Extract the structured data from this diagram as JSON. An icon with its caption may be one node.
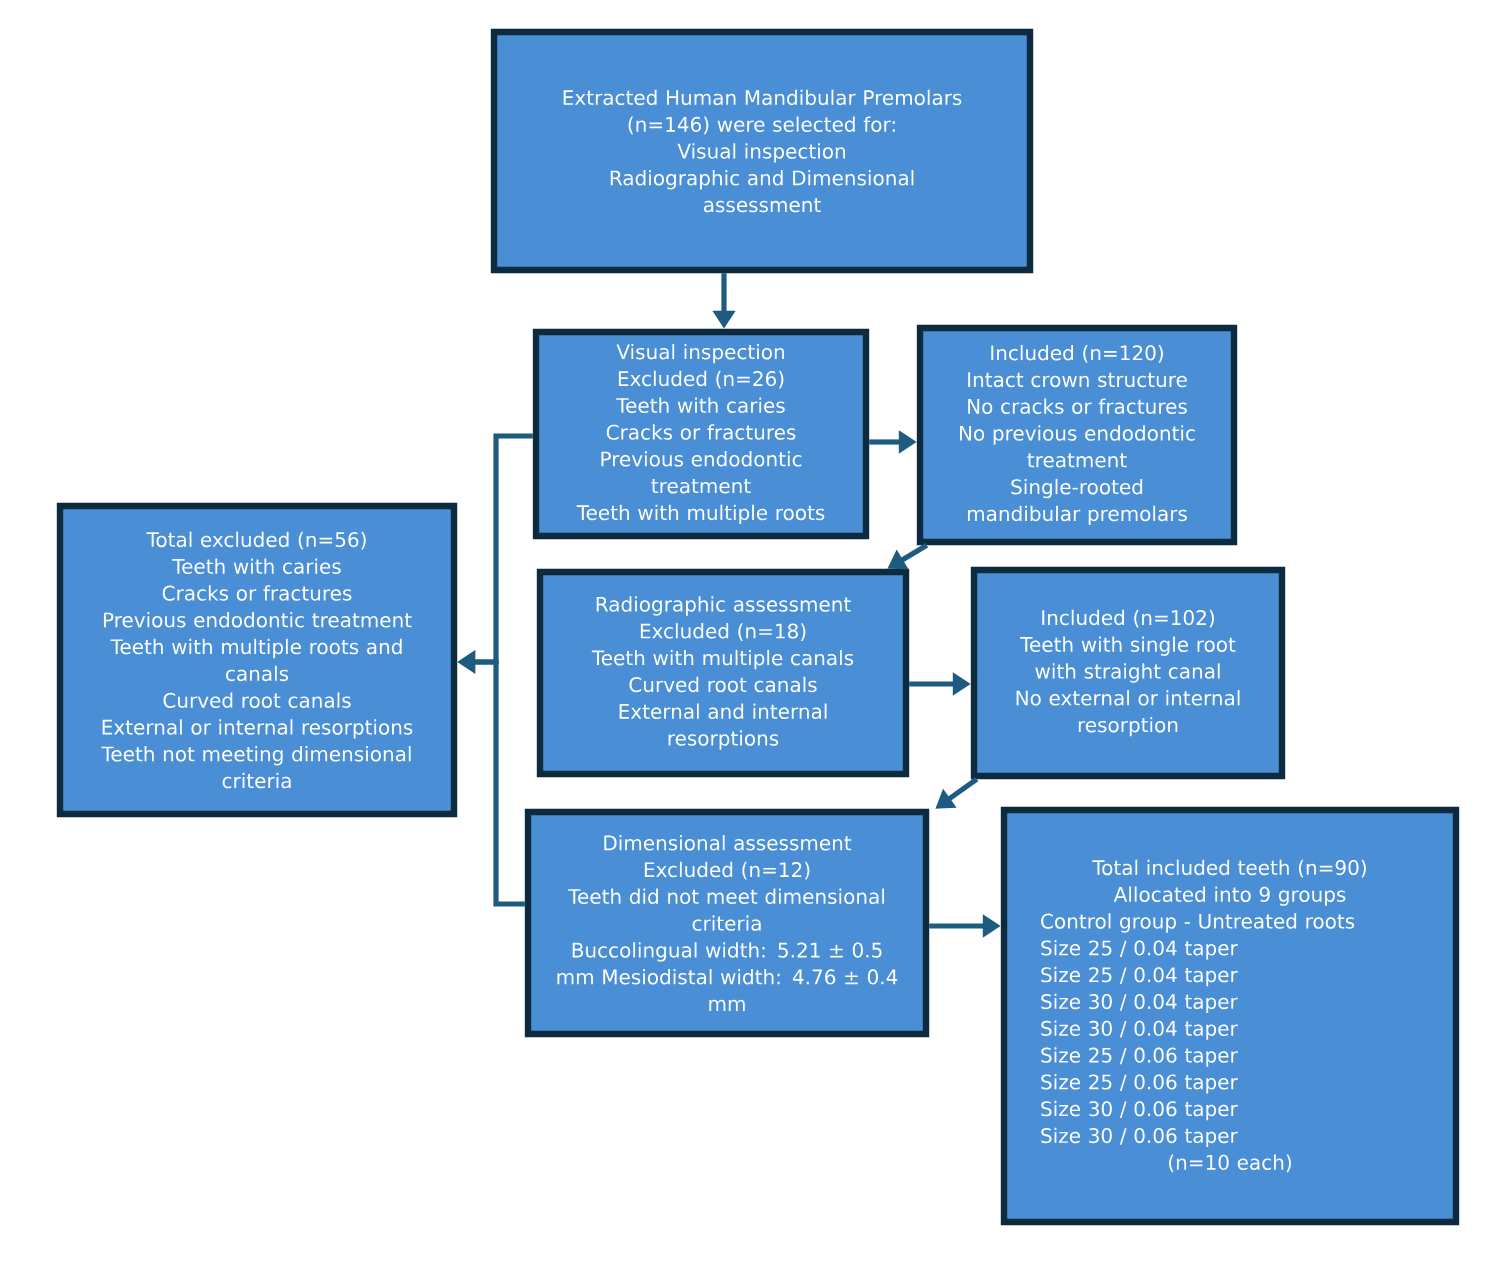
{
  "diagram": {
    "nodes": [
      {
        "text": [
          "Extracted Human Mandibular Premolars (n=146) were selected for:",
          "Visual inspection",
          "Radiographic and Dimensional assessment"
        ]
      },
      {
        "text": [
          "Visual inspection",
          "Excluded (n=26)",
          "Teeth with caries",
          "Cracks or fractures",
          "Previous endodontic treatment",
          "Teeth with multiple roots"
        ]
      },
      {
        "text": [
          "Included (n=120)",
          "Intact crown structure",
          "No cracks or fractures",
          "No previous endodontic treatment",
          "Single-rooted mandibular premolars"
        ]
      },
      {
        "text": [
          "Radiographic assessment",
          "Excluded (n=18)",
          "Teeth with multiple canals",
          "Curved root canals",
          "External and internal resorptions"
        ]
      },
      {
        "text": [
          "Included (n=102)",
          "Teeth with single root with straight canal",
          "No external or internal resorption"
        ]
      },
      {
        "text": [
          "Dimensional assessment",
          "Excluded (n=12)",
          "Teeth did not meet dimensional criteria",
          "Buccolingual width: 5.21 ± 0.5 mm Mesiodistal width: 4.76 ± 0.4 mm"
        ]
      },
      {
        "text": [
          "Total included teeth (n=90)",
          "Allocated into 9 groups",
          "Control group - Untreated roots",
          "Size 25 / 0.04 taper",
          "Size 25 / 0.04 taper",
          "Size 30 / 0.04 taper",
          "Size 30 / 0.04 taper",
          "Size 25 / 0.06 taper",
          "Size 25 / 0.06 taper",
          "Size 30 / 0.06 taper",
          "Size 30 / 0.06 taper",
          "(n=10 each)"
        ]
      },
      {
        "text": [
          "Total excluded (n=56)",
          "Teeth with caries",
          "Cracks or fractures",
          "Previous endodontic treatment",
          "Teeth with multiple roots and canals",
          "Curved root canals",
          "External or internal resorptions",
          "Teeth not meeting dimensional criteria"
        ]
      }
    ],
    "edges": [
      {
        "from": 0,
        "to": 1,
        "arrow": "to"
      },
      {
        "from": 1,
        "to": 2,
        "arrow": "to"
      },
      {
        "from": 2,
        "to": 3,
        "arrow": "to"
      },
      {
        "from": 3,
        "to": 4,
        "arrow": "to"
      },
      {
        "from": 4,
        "to": 5,
        "arrow": "to"
      },
      {
        "from": 5,
        "to": 6,
        "arrow": "to"
      },
      {
        "from": 1,
        "to": 7,
        "arrow": "to"
      },
      {
        "from": 5,
        "to": 7,
        "arrow": "to"
      }
    ]
  }
}
